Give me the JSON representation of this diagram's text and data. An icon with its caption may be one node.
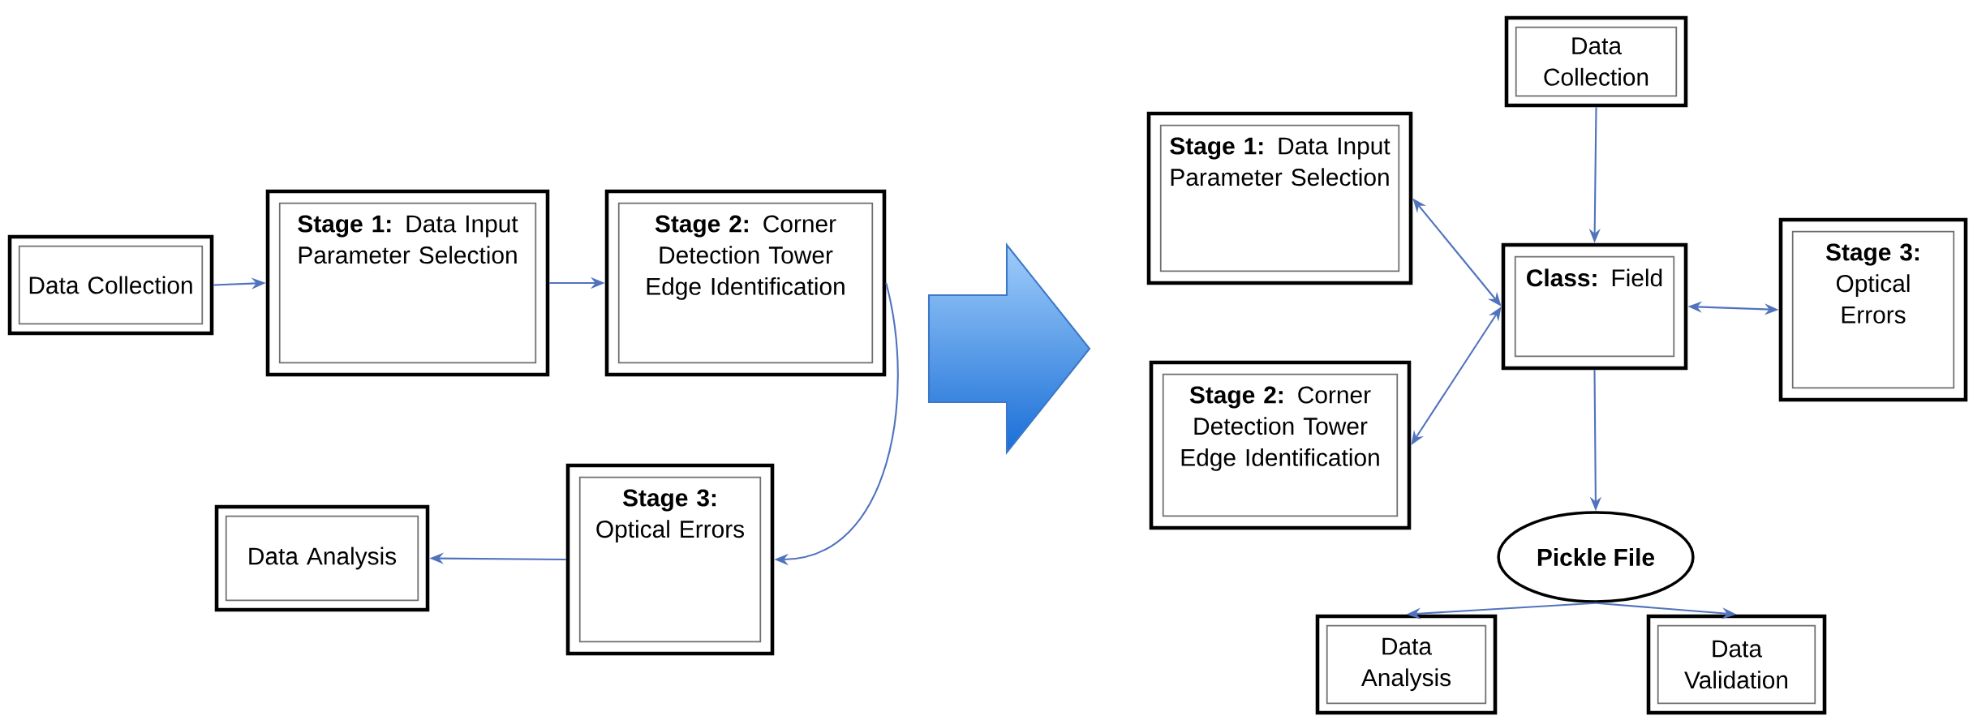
{
  "diagram": {
    "nodes": [
      {
        "text": [
          "Data Collection"
        ]
      },
      {
        "text": [
          "**Stage 1:** Data Input Parameter Selection"
        ]
      },
      {
        "text": [
          "**Stage 2:** Corner Detection Tower Edge Identification"
        ]
      },
      {
        "text": [
          "**Stage 3:** Optical Errors"
        ]
      },
      {
        "text": [
          "Data Analysis"
        ]
      },
      {
        "text": [
          "Data Collection"
        ]
      },
      {
        "text": [
          "**Stage 1:** Data Input Parameter Selection"
        ]
      },
      {
        "text": [
          "**Class:** Field"
        ]
      },
      {
        "text": [
          "**Stage 3:** Optical Errors"
        ]
      },
      {
        "text": [
          "**Stage 2:** Corner Detection Tower Edge Identification"
        ]
      },
      {
        "text": [
          "Pickle File"
        ]
      },
      {
        "text": [
          "Data Analysis"
        ]
      },
      {
        "text": [
          "Data Validation"
        ]
      }
    ],
    "edges": [
      {
        "from": 0,
        "to": 1,
        "arrow": "to"
      },
      {
        "from": 1,
        "to": 2,
        "arrow": "to"
      },
      {
        "from": 2,
        "to": 3,
        "arrow": "to"
      },
      {
        "from": 3,
        "to": 4,
        "arrow": "to"
      },
      {
        "from": 5,
        "to": 7,
        "arrow": "to"
      },
      {
        "from": 7,
        "to": 6,
        "arrow": "both"
      },
      {
        "from": 7,
        "to": 9,
        "arrow": "both"
      },
      {
        "from": 7,
        "to": 8,
        "arrow": "both"
      },
      {
        "from": 7,
        "to": 10,
        "arrow": "to"
      },
      {
        "from": 10,
        "to": 11,
        "arrow": "to"
      },
      {
        "from": 10,
        "to": 12,
        "arrow": "to"
      }
    ]
  }
}
